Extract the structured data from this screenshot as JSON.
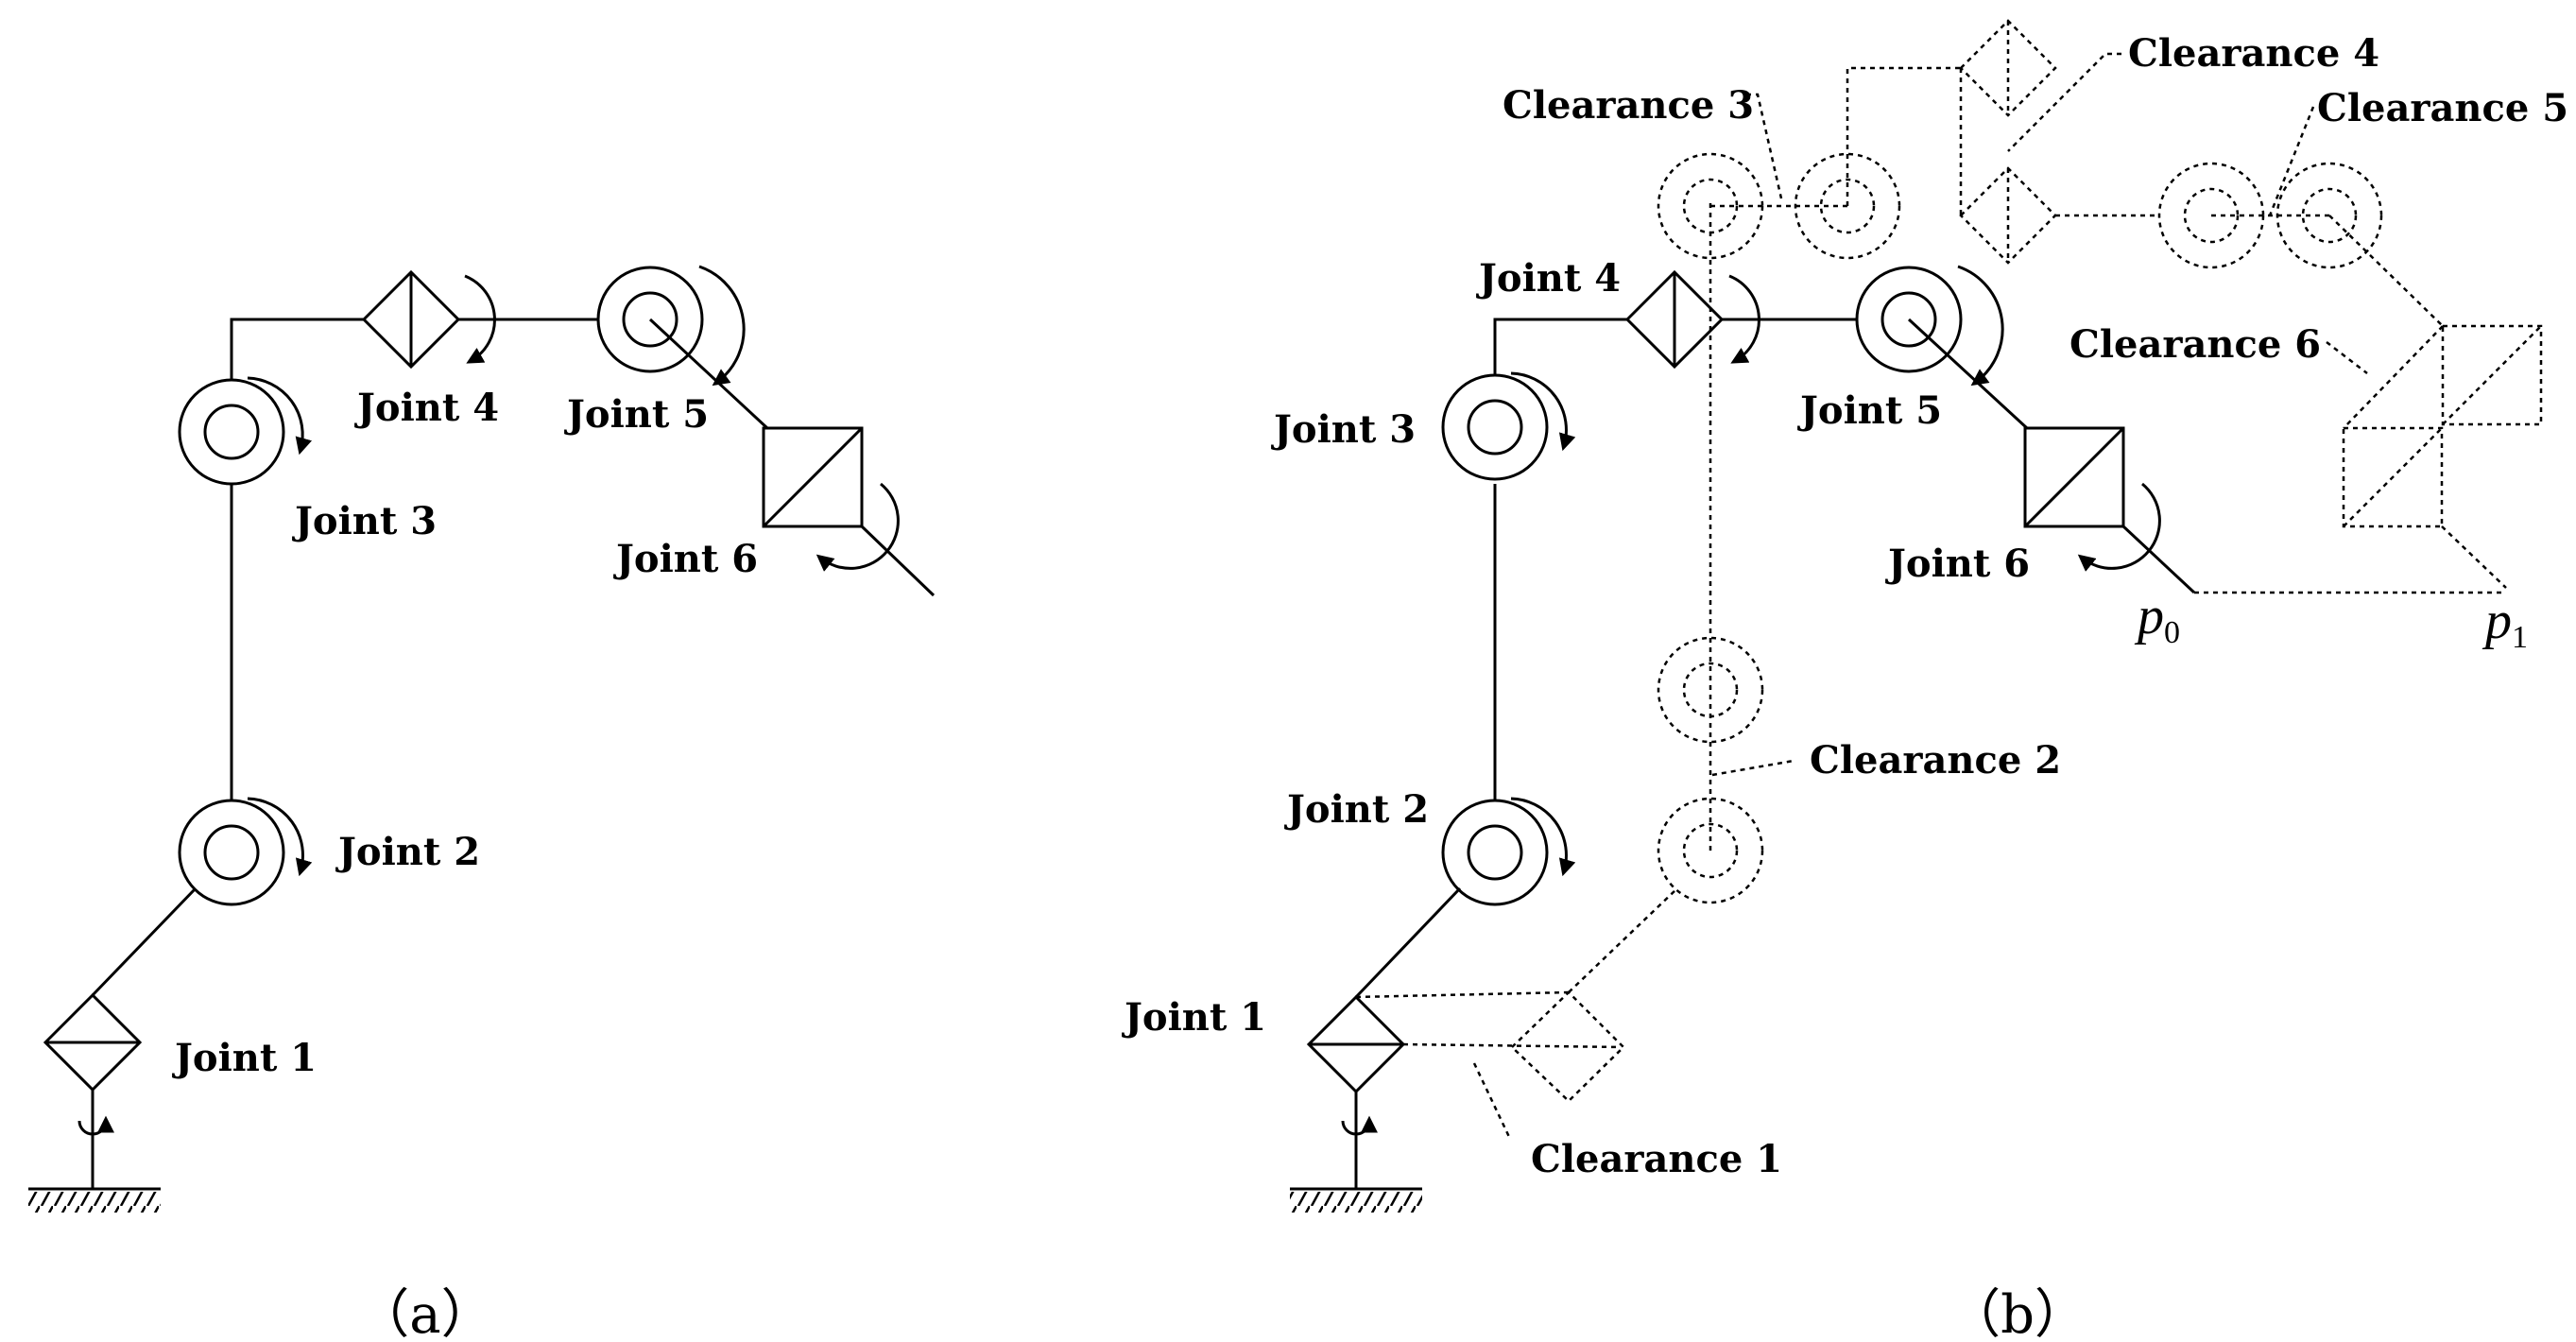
{
  "diagram": {
    "panel_a": {
      "caption": "（a）",
      "joints": [
        "Joint 1",
        "Joint 2",
        "Joint 3",
        "Joint 4",
        "Joint 5",
        "Joint 6"
      ]
    },
    "panel_b": {
      "caption": "（b）",
      "joints": [
        "Joint 1",
        "Joint 2",
        "Joint 3",
        "Joint 4",
        "Joint 5",
        "Joint 6"
      ],
      "clearances": [
        "Clearance 1",
        "Clearance 2",
        "Clearance 3",
        "Clearance 4",
        "Clearance 5",
        "Clearance 6"
      ],
      "points": [
        {
          "base": "p",
          "sub": "0"
        },
        {
          "base": "p",
          "sub": "1"
        }
      ]
    }
  }
}
